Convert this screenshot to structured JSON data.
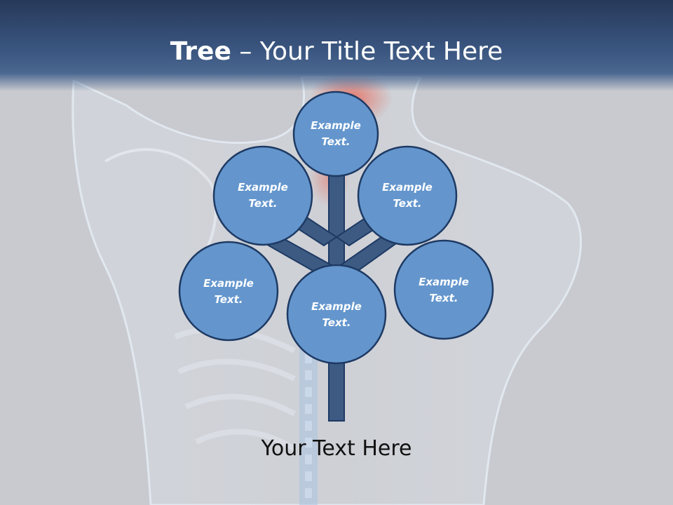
{
  "title": {
    "bold": "Tree",
    "dash": " – ",
    "rest": "Your Title Text Here"
  },
  "nodes": [
    {
      "id": "top",
      "line1": "Example",
      "line2": "Text."
    },
    {
      "id": "upper-left",
      "line1": "Example",
      "line2": "Text."
    },
    {
      "id": "upper-right",
      "line1": "Example",
      "line2": "Text."
    },
    {
      "id": "lower-left",
      "line1": "Example",
      "line2": "Text."
    },
    {
      "id": "center",
      "line1": "Example",
      "line2": "Text."
    },
    {
      "id": "lower-right",
      "line1": "Example",
      "line2": "Text."
    }
  ],
  "footer": "Your Text Here",
  "colors": {
    "header": "#3a5680",
    "circle_fill": "#6496cd",
    "circle_stroke": "#1e3a64",
    "branch": "#3c5a82",
    "accent_red": "#e05a50"
  }
}
